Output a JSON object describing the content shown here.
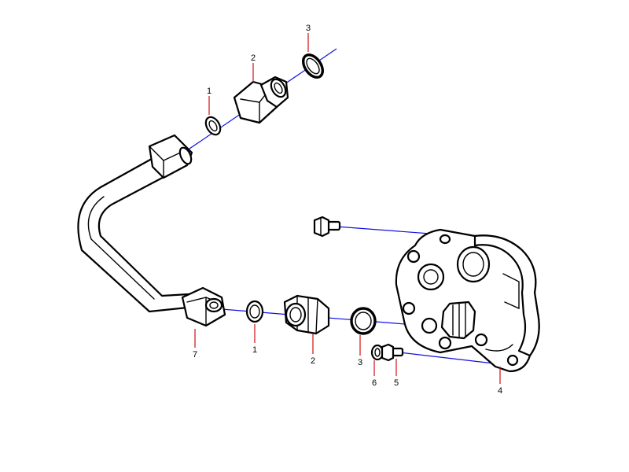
{
  "colors": {
    "axis": "#1010e0",
    "leader": "#d01010",
    "line": "#000000",
    "background": "#ffffff"
  },
  "callouts": {
    "c1_top": "1",
    "c2_top": "2",
    "c3_top": "3",
    "c7": "7",
    "c1_bottom": "1",
    "c2_bottom": "2",
    "c3_bottom": "3",
    "c6": "6",
    "c5": "5",
    "c4": "4"
  }
}
